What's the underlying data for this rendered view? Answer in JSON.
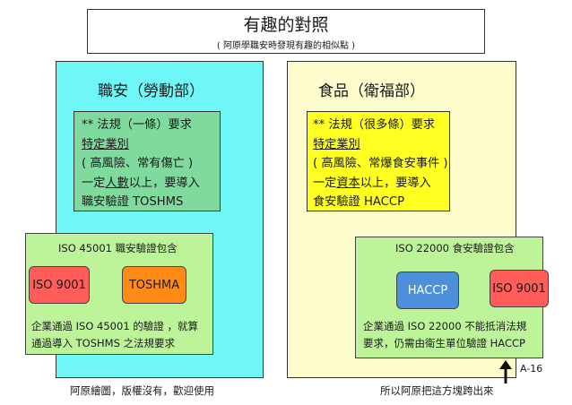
{
  "header": {
    "title": "有趣的對照",
    "subtitle": "( 阿原學職安時發現有趣的相似點 )"
  },
  "labor": {
    "heading": "職安（勞動部）",
    "reg": {
      "line1": "** 法規（一條）要求",
      "line2": "特定業別",
      "line3": "( 高風險、常有傷亡 )",
      "line4_a": "一定",
      "line4_b": "人數",
      "line4_c": "以上，要導入",
      "line5": "職安驗證  TOSHMS"
    },
    "iso": {
      "heading": "ISO 45001  職安驗證包含",
      "cert_a": "ISO 9001",
      "cert_b": "TOSHMA",
      "note1": "企業通過  ISO 45001 的驗證  ，就算",
      "note2": "通過導入 TOSHMS  之法規要求"
    }
  },
  "food": {
    "heading": "食品（衛福部）",
    "reg": {
      "line1": "** 法規（很多條）要求",
      "line2": "特定業別",
      "line3": "( 高風險、常爆食安事件 )",
      "line4_a": "一定",
      "line4_b": "資本",
      "line4_c": "以上，要導入",
      "line5": "食安驗證  HACCP"
    },
    "iso": {
      "heading": "ISO 22000  食安驗證包含",
      "cert_a": "HACCP",
      "cert_b": "ISO 9001",
      "note1": "企業通過  ISO 22000  不能抵消法規",
      "note2": "要求，仍需由衛生單位驗證  HACCP"
    }
  },
  "footer": {
    "left": "阿原繪圖，版權沒有，歡迎使用",
    "right": "所以阿原把這方塊跨出來",
    "code": "A-16"
  },
  "colors": {
    "labor_panel": "#6ff6f7",
    "food_panel": "#fdfccc",
    "labor_reg": "#7fdb9d",
    "food_reg": "#ffff22",
    "iso_box": "#bdf49a",
    "iso9001": "#ff5c5a",
    "toshma": "#ff8b16",
    "haccp": "#4e8fdc"
  }
}
